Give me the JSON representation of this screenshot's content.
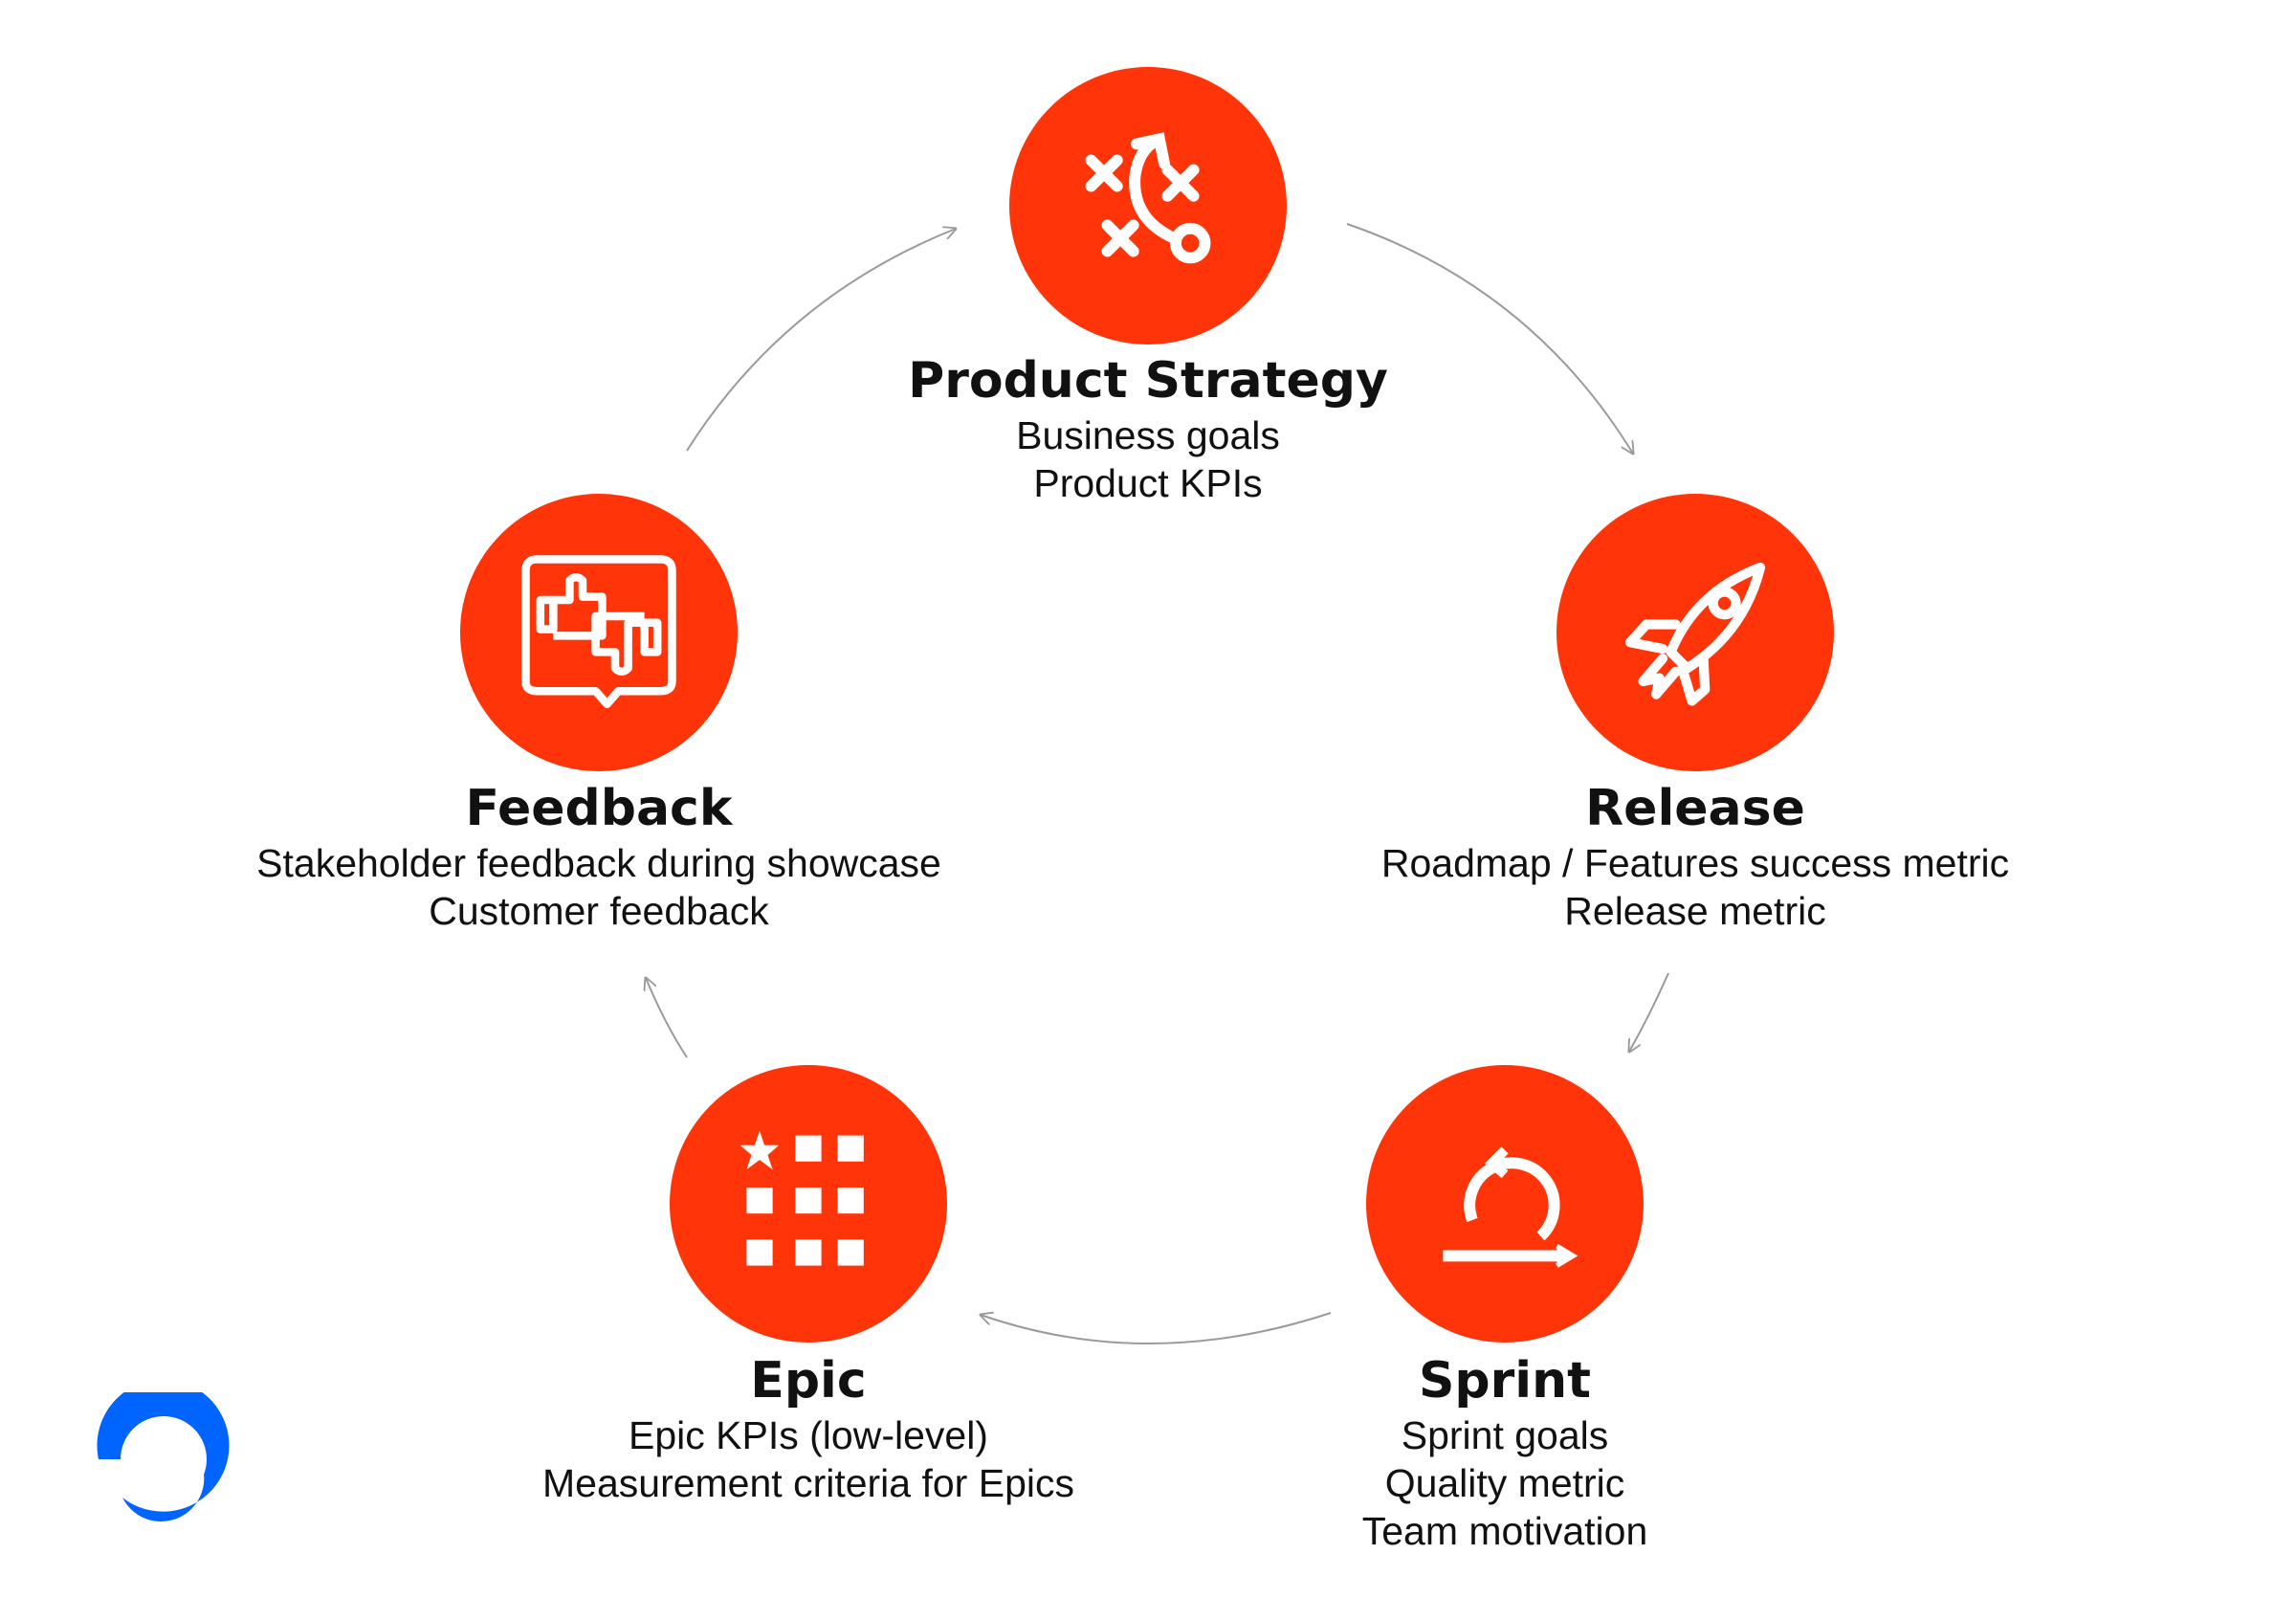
{
  "accent_color": "#ff3408",
  "logo_color": "#0064ff",
  "nodes": [
    {
      "id": "product-strategy",
      "icon": "strategy-play-icon",
      "title": "Product Strategy",
      "lines": [
        "Business goals",
        "Product KPIs"
      ]
    },
    {
      "id": "release",
      "icon": "rocket-icon",
      "title": "Release",
      "lines": [
        "Roadmap / Features success metric",
        "Release metric"
      ]
    },
    {
      "id": "sprint",
      "icon": "sprint-cycle-icon",
      "title": "Sprint",
      "lines": [
        "Sprint goals",
        "Quality metric",
        "Team motivation"
      ]
    },
    {
      "id": "epic",
      "icon": "epic-grid-star-icon",
      "title": "Epic",
      "lines": [
        "Epic KPIs (low-level)",
        "Measurement criteria for Epics"
      ]
    },
    {
      "id": "feedback",
      "icon": "feedback-thumbs-icon",
      "title": "Feedback",
      "lines": [
        "Stakeholder feedback during showcase",
        "Customer feedback"
      ]
    }
  ]
}
